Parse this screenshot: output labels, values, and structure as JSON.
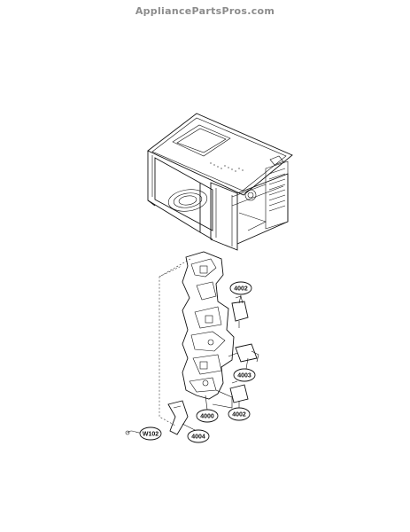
{
  "watermark": "AppliancePartsPros.com",
  "callouts": {
    "c4002a": "4002",
    "c4003": "4003",
    "c4002b": "4002",
    "c4000": "4000",
    "c4004": "4004",
    "cW102": "W102"
  }
}
